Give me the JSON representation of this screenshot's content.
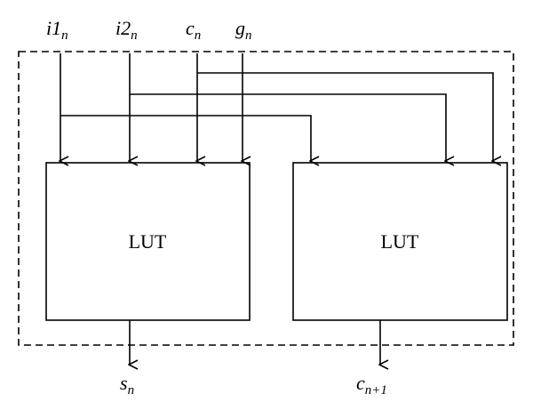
{
  "inputs": [
    {
      "base": "i1",
      "sub": "n"
    },
    {
      "base": "i2",
      "sub": "n"
    },
    {
      "base": "c",
      "sub": "n"
    },
    {
      "base": "g",
      "sub": "n"
    }
  ],
  "blocks": {
    "left_label": "LUT",
    "right_label": "LUT"
  },
  "outputs": [
    {
      "base": "s",
      "sub": "n"
    },
    {
      "base": "c",
      "sub": "n+1"
    }
  ]
}
